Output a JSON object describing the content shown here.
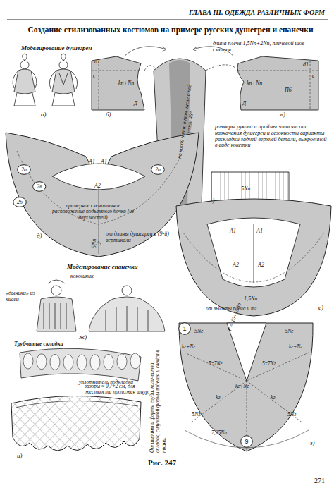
{
  "diagram": {
    "title": "Создание стилизованных костюмов на примере русских душегрен и епанечки",
    "caption": "Рис. 247",
    "nodes": [
      {
        "text": [
          "2а"
        ]
      },
      {
        "text": [
          "2а"
        ]
      },
      {
        "text": [
          "2в"
        ]
      },
      {
        "text": [
          "2б"
        ]
      },
      {
        "text": [
          "1"
        ]
      },
      {
        "text": [
          "9"
        ]
      }
    ],
    "labels": [
      "ГЛАВА III. ОДЕЖДА РАЗЛИЧНЫХ ФОРМ",
      "Моделирование душегрен",
      "длина плеча 1,5Nп+2Nп, плечевой шов смещен",
      "d1",
      "c",
      "kп+Nп",
      "Д",
      "а)",
      "б)",
      "kп+Nп",
      "d1",
      "c",
      "П6",
      "Д",
      "в)",
      "по косой нити, в том числе и под углом 45°",
      "размеры рукава и проймы зависят от назначения душегреи и сезонности варианты раскладки задней верхней детали, выкроенной в виде кокетки",
      "г)",
      "А1",
      "А1",
      "А2",
      "примерное схематичное расположение подъемного бочка (из двух частей)",
      "5Nп",
      "от длины душегреи в (9-й) вертикали",
      "д)",
      "5Nп",
      "А1",
      "А1",
      "А2",
      "А2",
      "1,5Nп",
      "е)",
      "Моделирование епанечки",
      "кокошник",
      "«дыньки» из кисеи",
      "ж)",
      "Трубчатые складки",
      "зазоры ≈ 0,7÷2 см, для жесткости проложен шнур.",
      "уплотнитель подкладка",
      "и)",
      "От ширины и формы груди. количества складок, силуэтной формы изделия и свойств ткани.",
      "от высоты плеча и mг",
      "R = 10+15Nп",
      "5Nг",
      "5Nг",
      "kг+Nг",
      "kг+Nг",
      "5÷7Nг",
      "5÷7Nг",
      "kг+Nг",
      "kг",
      "kг",
      "5Nг",
      "5Nг",
      "7,25Nп",
      "з)",
      "271"
    ]
  }
}
